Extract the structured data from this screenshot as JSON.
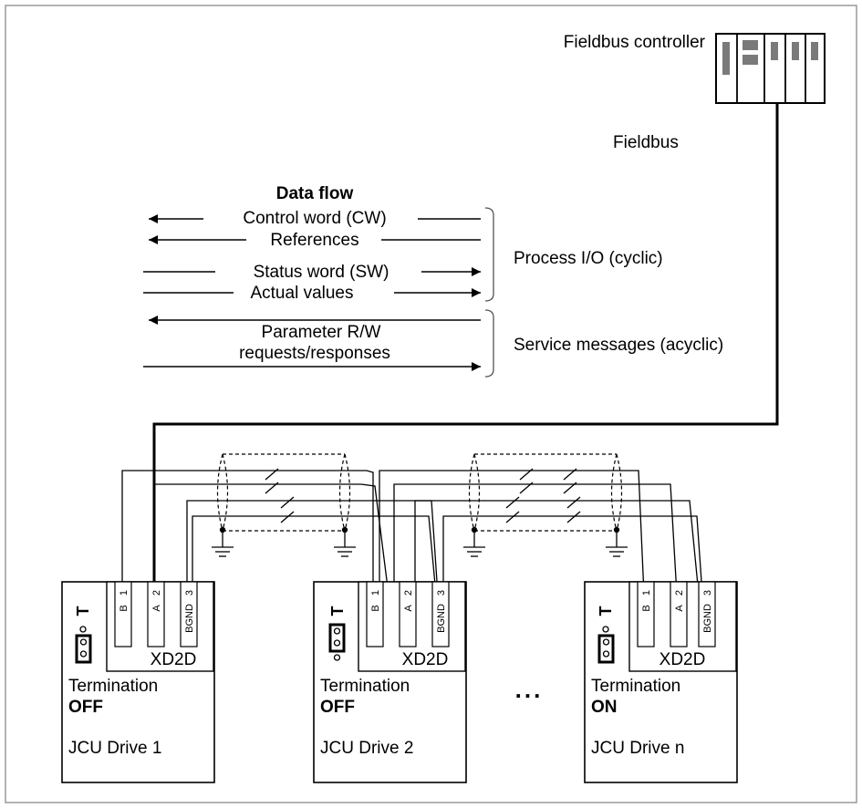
{
  "controller": {
    "label": "Fieldbus controller"
  },
  "fieldbus": {
    "label": "Fieldbus"
  },
  "data_flow": {
    "title": "Data flow",
    "control_word": "Control word (CW)",
    "references": "References",
    "status_word": "Status word (SW)",
    "actual_values": "Actual values",
    "parameter_line1": "Parameter R/W",
    "parameter_line2": "requests/responses",
    "process_io": "Process I/O (cyclic)",
    "service_messages": "Service messages (acyclic)"
  },
  "drives": [
    {
      "terminals": {
        "t1_num": "1",
        "t1_name": "B",
        "t2_num": "2",
        "t2_name": "A",
        "t3_num": "3",
        "t3_name": "BGND"
      },
      "connector": "XD2D",
      "switch_label": "T",
      "termination_label": "Termination",
      "termination_state": "OFF",
      "name": "JCU Drive 1"
    },
    {
      "terminals": {
        "t1_num": "1",
        "t1_name": "B",
        "t2_num": "2",
        "t2_name": "A",
        "t3_num": "3",
        "t3_name": "BGND"
      },
      "connector": "XD2D",
      "switch_label": "T",
      "termination_label": "Termination",
      "termination_state": "OFF",
      "name": "JCU Drive 2"
    },
    {
      "terminals": {
        "t1_num": "1",
        "t1_name": "B",
        "t2_num": "2",
        "t2_name": "A",
        "t3_num": "3",
        "t3_name": "BGND"
      },
      "connector": "XD2D",
      "switch_label": "T",
      "termination_label": "Termination",
      "termination_state": "ON",
      "name": "JCU Drive n"
    }
  ],
  "ellipsis": "..."
}
